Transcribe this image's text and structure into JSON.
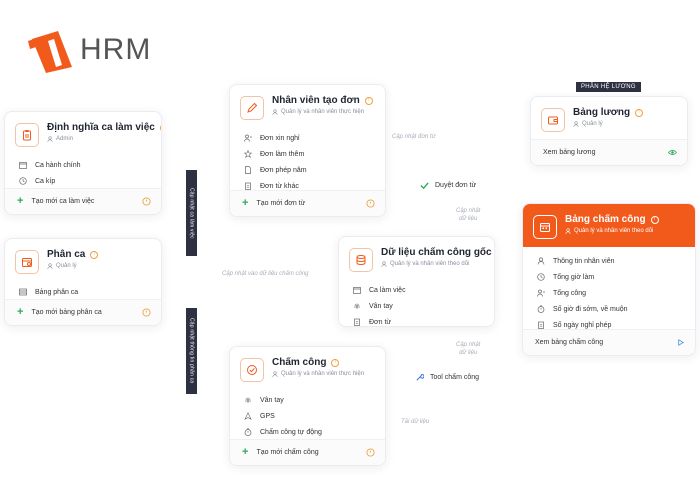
{
  "logo": {
    "text": "HRM",
    "mark": "1"
  },
  "tag_payroll": "PHÂN HỆ LƯƠNG",
  "vertical_labels": [
    "Cập nhật ca làm việc",
    "Cập nhật thông tin phân ca"
  ],
  "float_labels": {
    "update_request": "Cập nhật đơn từ",
    "update_attendance_data": "Cập nhật vào dữ liệu chấm công",
    "update_data_1": [
      "Cập nhật",
      "dữ liệu"
    ],
    "update_data_2": [
      "Cập nhật",
      "dữ liệu"
    ],
    "load_data": "Tải dữ liệu"
  },
  "actions": {
    "approve": "Duyệt đơn từ",
    "tool": "Tool chấm công"
  },
  "cards": {
    "shift_def": {
      "title": "Định nghĩa ca làm việc",
      "sub": "Admin",
      "items": [
        "Ca hành chính",
        "Ca kíp"
      ],
      "footer": "Tạo mới ca làm việc"
    },
    "shift_assign": {
      "title": "Phân ca",
      "sub": "Quản lý",
      "items": [
        "Bảng phân ca"
      ],
      "footer": "Tạo mới bảng phân ca"
    },
    "employee_request": {
      "title": "Nhân viên tạo đơn",
      "sub": "Quản lý và nhân viên thực hiện",
      "items": [
        "Đơn xin nghỉ",
        "Đơn làm thêm",
        "Đơn phép năm",
        "Đơn từ khác"
      ],
      "footer": "Tạo mới đơn từ"
    },
    "raw_data": {
      "title": "Dữ liệu chấm công gốc",
      "sub": "Quản lý và nhân viên theo dõi",
      "items": [
        "Ca làm việc",
        "Vân tay",
        "Đơn từ"
      ]
    },
    "attendance": {
      "title": "Chấm công",
      "sub": "Quản lý và nhân viên thực hiện",
      "items": [
        "Vân tay",
        "GPS",
        "Chấm công tự động"
      ],
      "footer": "Tạo mới chấm công"
    },
    "payroll": {
      "title": "Bảng lương",
      "sub": "Quản lý",
      "footer": "Xem bảng lương"
    },
    "timesheet": {
      "title": "Bảng chấm công",
      "sub": "Quản lý và nhân viên theo dõi",
      "items": [
        "Thông tin nhân viên",
        "Tổng giờ làm",
        "Tổng công",
        "Số giờ đi sớm, về muộn",
        "Số ngày nghỉ phép"
      ],
      "footer": "Xem bảng chấm công"
    }
  },
  "colors": {
    "accent": "#f25a1c",
    "dark": "#2d3142",
    "green": "#2eaa5a",
    "amber": "#f0a040"
  }
}
